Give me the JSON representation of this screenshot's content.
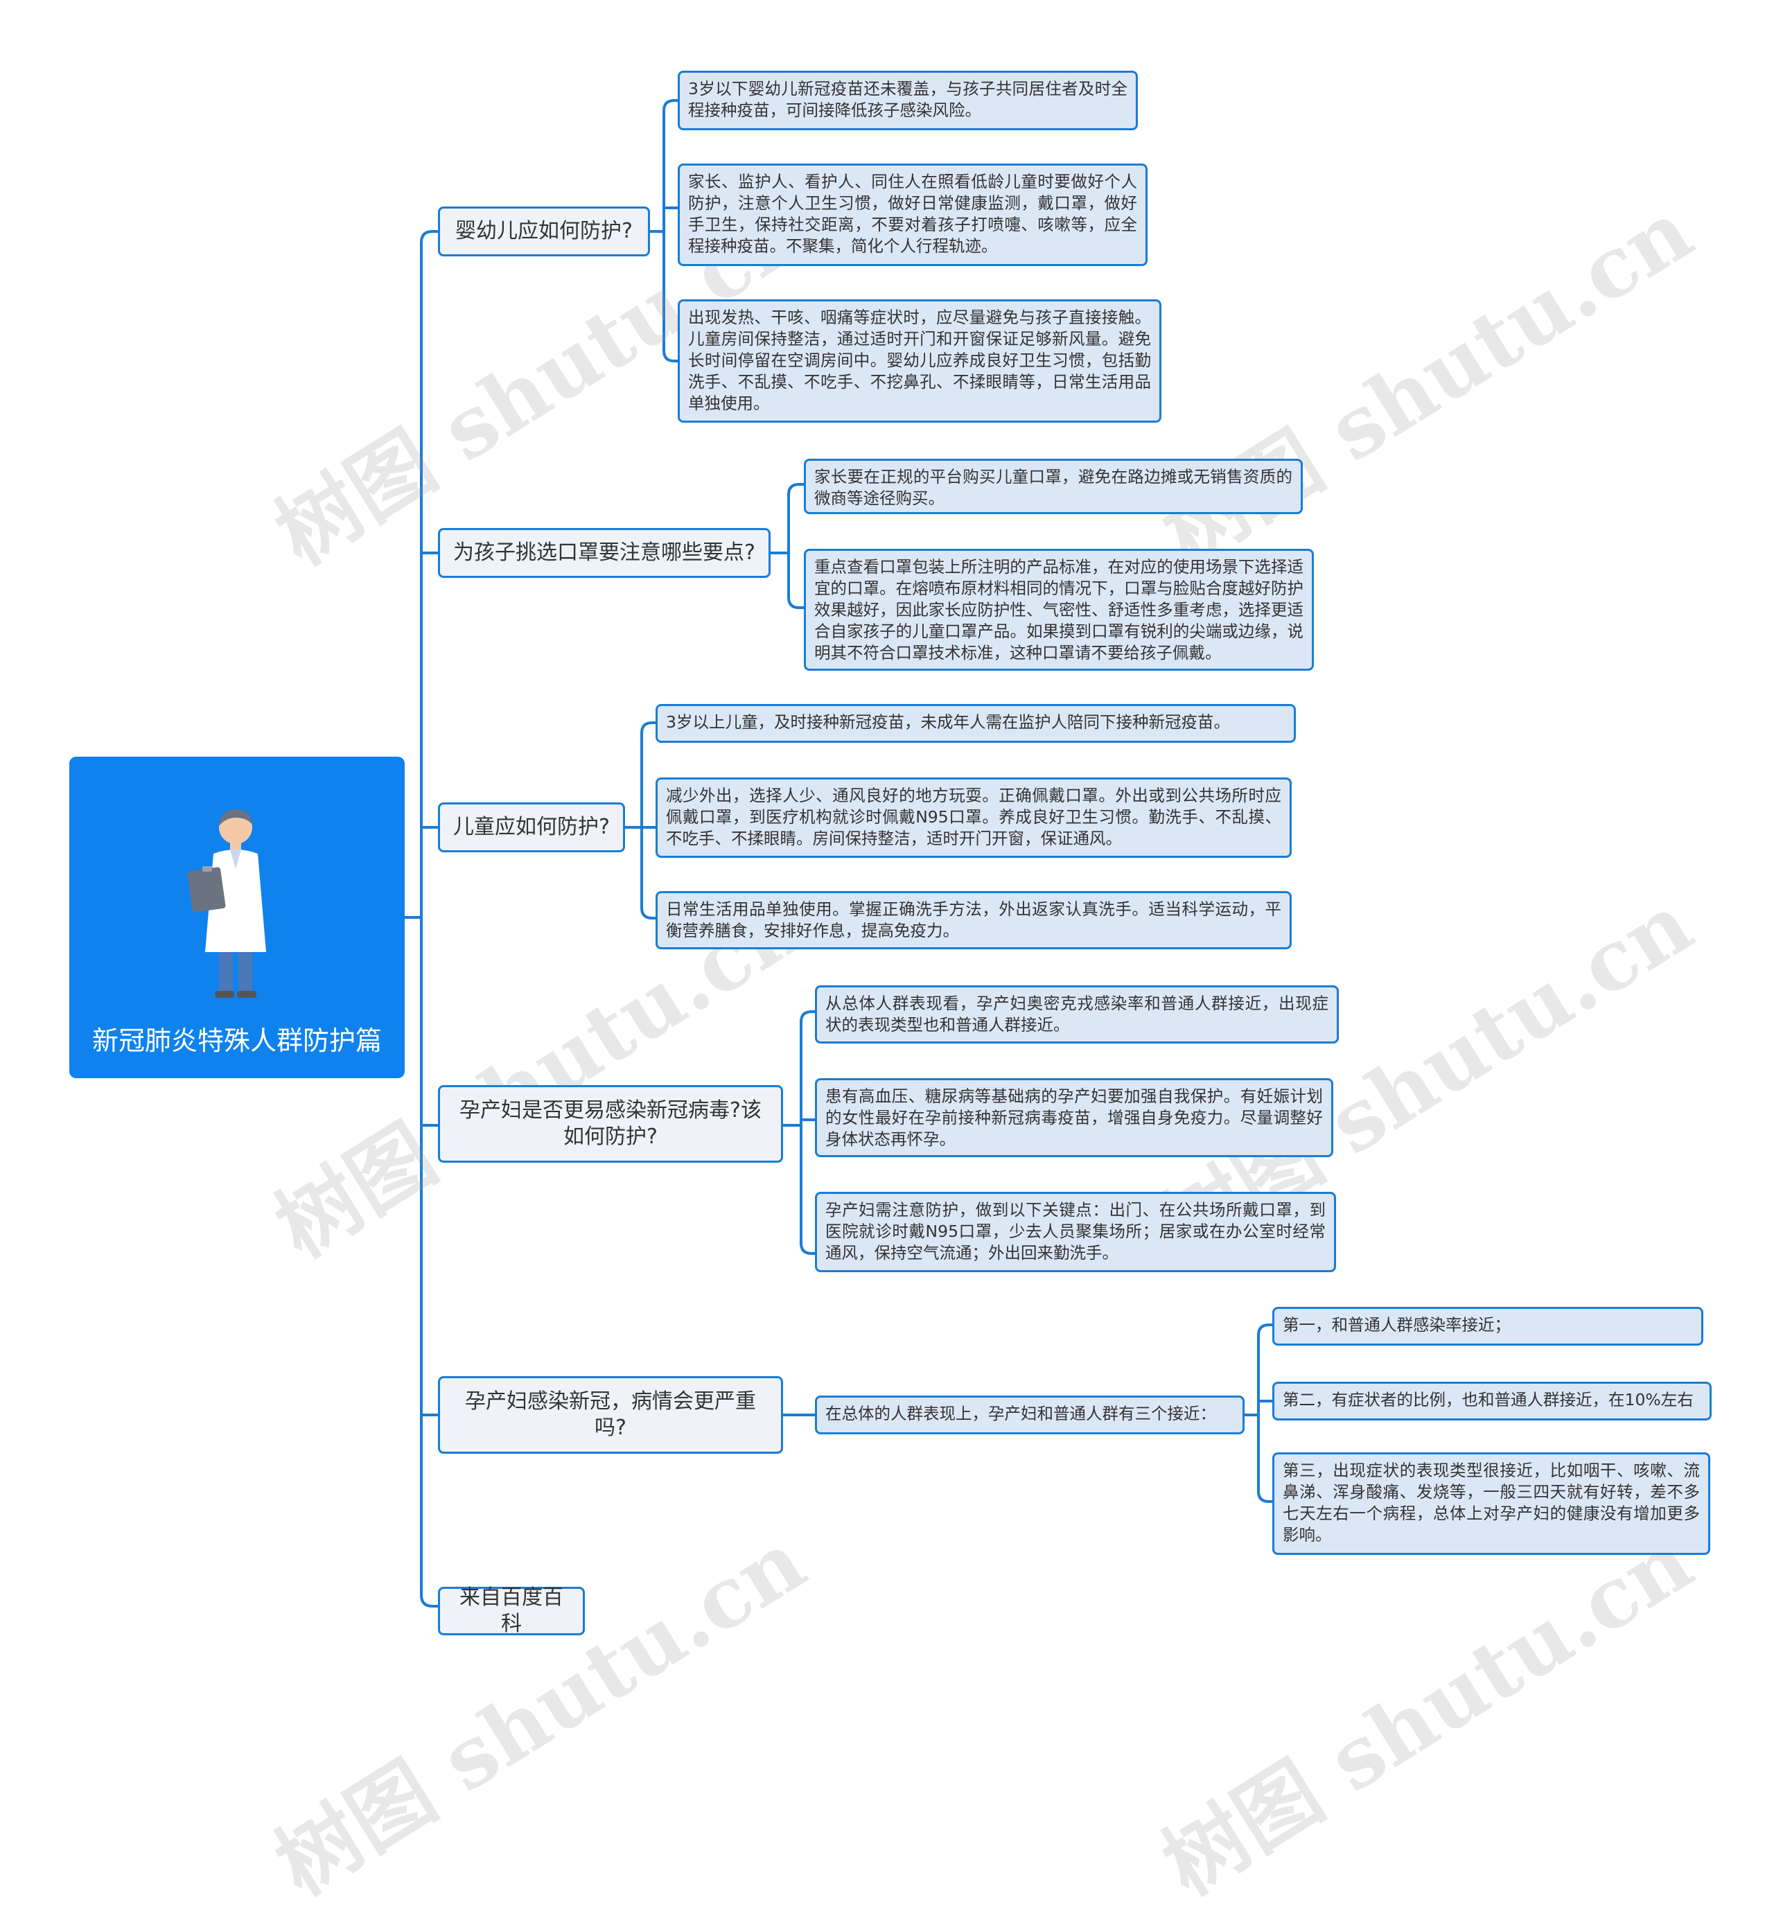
{
  "root": {
    "title": "新冠肺炎特殊人群防护篇",
    "icon": "doctor-icon"
  },
  "topics": [
    {
      "label": "婴幼儿应如何防护?",
      "children": [
        "3岁以下婴幼儿新冠疫苗还未覆盖，与孩子共同居住者及时全程接种疫苗，可间接降低孩子感染风险。",
        "家长、监护人、看护人、同住人在照看低龄儿童时要做好个人防护，注意个人卫生习惯，做好日常健康监测，戴口罩，做好手卫生，保持社交距离，不要对着孩子打喷嚏、咳嗽等，应全程接种疫苗。不聚集，简化个人行程轨迹。",
        "出现发热、干咳、咽痛等症状时，应尽量避免与孩子直接接触。儿童房间保持整洁，通过适时开门和开窗保证足够新风量。避免长时间停留在空调房间中。婴幼儿应养成良好卫生习惯，包括勤洗手、不乱摸、不吃手、不挖鼻孔、不揉眼睛等，日常生活用品单独使用。"
      ]
    },
    {
      "label": "为孩子挑选口罩要注意哪些要点?",
      "children": [
        "家长要在正规的平台购买儿童口罩，避免在路边摊或无销售资质的微商等途径购买。",
        "重点查看口罩包装上所注明的产品标准，在对应的使用场景下选择适宜的口罩。在熔喷布原材料相同的情况下，口罩与脸贴合度越好防护效果越好，因此家长应防护性、气密性、舒适性多重考虑，选择更适合自家孩子的儿童口罩产品。如果摸到口罩有锐利的尖端或边缘，说明其不符合口罩技术标准，这种口罩请不要给孩子佩戴。"
      ]
    },
    {
      "label": "儿童应如何防护?",
      "children": [
        "3岁以上儿童，及时接种新冠疫苗，未成年人需在监护人陪同下接种新冠疫苗。",
        "减少外出，选择人少、通风良好的地方玩耍。正确佩戴口罩。外出或到公共场所时应佩戴口罩，到医疗机构就诊时佩戴N95口罩。养成良好卫生习惯。勤洗手、不乱摸、不吃手、不揉眼睛。房间保持整洁，适时开门开窗，保证通风。",
        "日常生活用品单独使用。掌握正确洗手方法，外出返家认真洗手。适当科学运动，平衡营养膳食，安排好作息，提高免疫力。"
      ]
    },
    {
      "label": "孕产妇是否更易感染新冠病毒?该如何防护?",
      "children": [
        "从总体人群表现看，孕产妇奥密克戎感染率和普通人群接近，出现症状的表现类型也和普通人群接近。",
        "患有高血压、糖尿病等基础病的孕产妇要加强自我保护。有妊娠计划的女性最好在孕前接种新冠病毒疫苗，增强自身免疫力。尽量调整好身体状态再怀孕。",
        "孕产妇需注意防护，做到以下关键点：出门、在公共场所戴口罩，到医院就诊时戴N95口罩，少去人员聚集场所；居家或在办公室时经常通风，保持空气流通；外出回来勤洗手。"
      ]
    },
    {
      "label": "孕产妇感染新冠，病情会更严重吗?",
      "middle": "在总体的人群表现上，孕产妇和普通人群有三个接近：",
      "children": [
        "第一，和普通人群感染率接近；",
        "第二，有症状者的比例，也和普通人群接近，在10%左右",
        "第三，出现症状的表现类型很接近，比如咽干、咳嗽、流鼻涕、浑身酸痛、发烧等，一般三四天就有好转，差不多七天左右一个病程，总体上对孕产妇的健康没有增加更多影响。"
      ]
    },
    {
      "label": "来自百度百科",
      "children": []
    }
  ],
  "watermark": "树图 shutu.cn",
  "colors": {
    "root": "#0f82ee",
    "line": "#1b7cd6",
    "topic_bg": "#eff3f7",
    "leaf_bg": "#dce7f6"
  }
}
